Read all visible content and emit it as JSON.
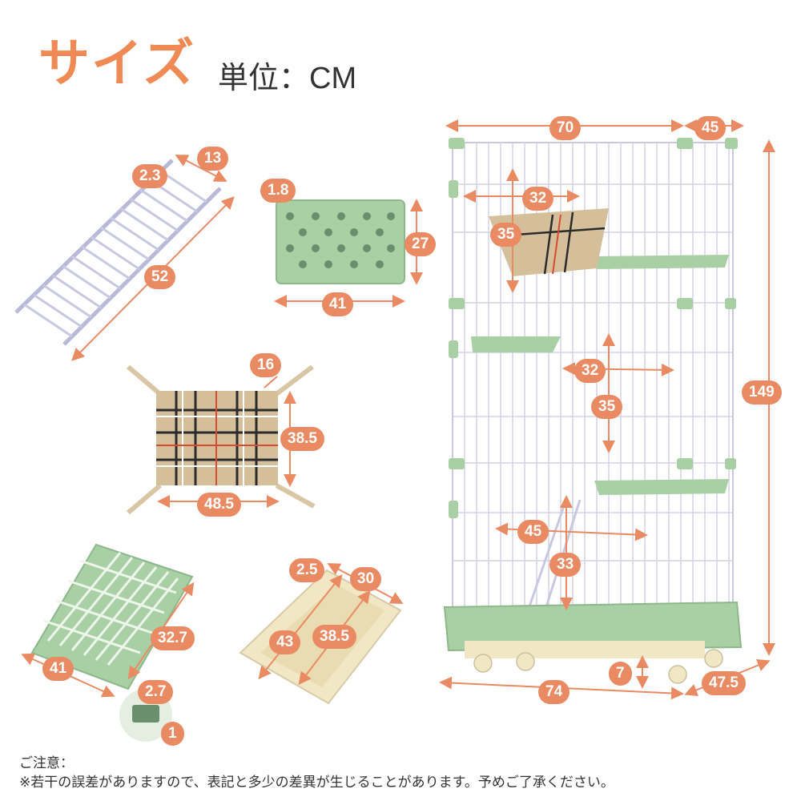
{
  "header": {
    "title": "サイズ",
    "unit": "単位：CM"
  },
  "labels": {
    "ladder_width": "13",
    "ladder_rail": "2.3",
    "ladder_length": "52",
    "shelf_thickness": "1.8",
    "shelf_depth": "27",
    "shelf_width": "41",
    "hammock_strap": "16",
    "hammock_height": "38.5",
    "hammock_width": "48.5",
    "grate_depth": "32.7",
    "grate_width": "41",
    "grate_hook": "2.7",
    "grate_thickness": "1",
    "tray_rim": "2.5",
    "tray_width": "30",
    "tray_length_outer": "43",
    "tray_length_inner": "38.5",
    "cage_width": "70",
    "cage_depth_top": "45",
    "door1_w": "32",
    "door1_h": "35",
    "door2_w": "32",
    "door2_h": "35",
    "door3_w": "45",
    "door3_h": "33",
    "cage_height": "149",
    "wheel_height": "7",
    "base_width": "74",
    "base_depth": "47.5"
  },
  "notes": {
    "heading": "ご注意：",
    "text": "※若干の誤差がありますので、表記と多少の差異が生じることがあります。予めご了承ください。"
  },
  "colors": {
    "accent": "#e98a62",
    "title": "#f08a55",
    "green": "#a9cfa5",
    "wire": "#c8c8e0",
    "cream": "#f2e7c4"
  }
}
